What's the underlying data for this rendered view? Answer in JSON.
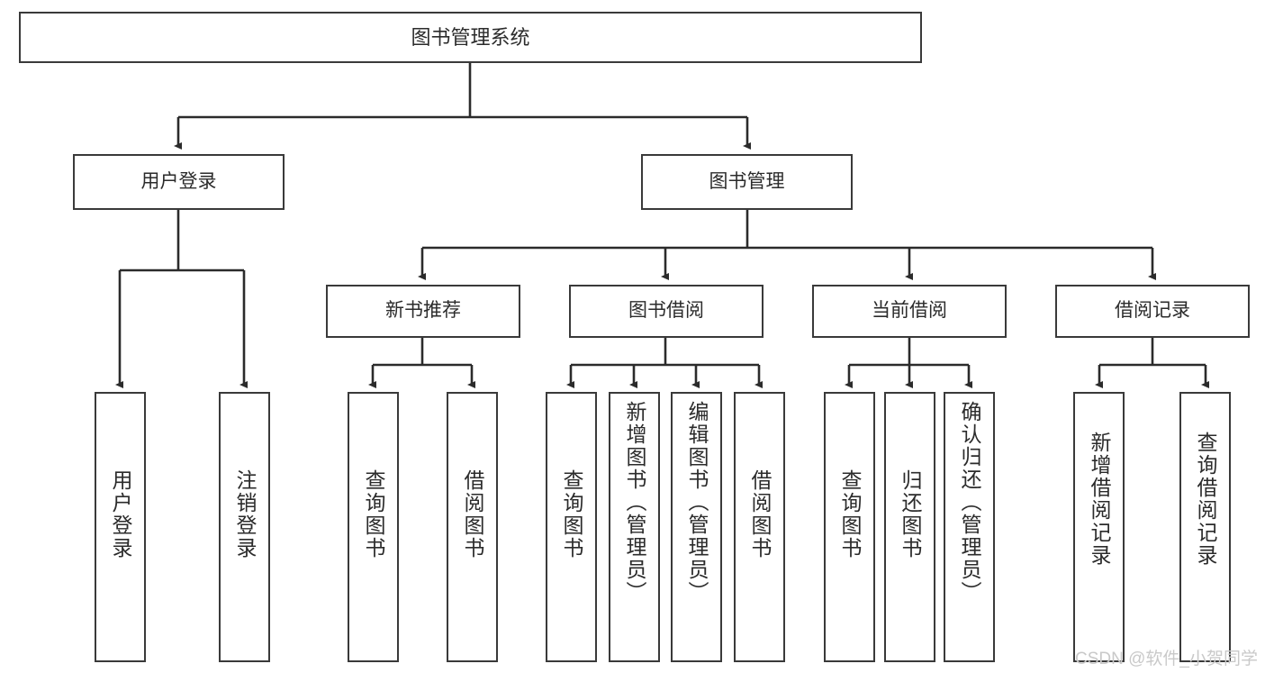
{
  "diagram": {
    "type": "tree-hierarchy",
    "title": "图书管理系统",
    "watermark": "CSDN @软件_小贺同学",
    "colors": {
      "box_border": "#3a3a3a",
      "box_fill": "#ffffff",
      "edge": "#2b2b2b",
      "text": "#2b2b2b",
      "watermark": "#c9c9c9"
    },
    "levels": {
      "root": "图书管理系统",
      "level2": [
        "用户登录",
        "图书管理"
      ],
      "level3": [
        "新书推荐",
        "图书借阅",
        "当前借阅",
        "借阅记录"
      ]
    },
    "nodes": {
      "root": {
        "label": "图书管理系统"
      },
      "user_login": {
        "label": "用户登录"
      },
      "book_manage": {
        "label": "图书管理"
      },
      "new_book_rec": {
        "label": "新书推荐"
      },
      "book_borrow": {
        "label": "图书借阅"
      },
      "current_borrow": {
        "label": "当前借阅"
      },
      "borrow_record": {
        "label": "借阅记录"
      }
    },
    "leaves": {
      "user_login": [
        {
          "label": "用户登录"
        },
        {
          "label": "注销登录"
        }
      ],
      "new_book_rec": [
        {
          "label": "查询图书"
        },
        {
          "label": "借阅图书"
        }
      ],
      "book_borrow": [
        {
          "label": "查询图书"
        },
        {
          "label": "新增图书（管理员）"
        },
        {
          "label": "编辑图书（管理员）"
        },
        {
          "label": "借阅图书"
        }
      ],
      "current_borrow": [
        {
          "label": "查询图书"
        },
        {
          "label": "归还图书"
        },
        {
          "label": "确认归还（管理员）"
        }
      ],
      "borrow_record": [
        {
          "label": "新增借阅记录"
        },
        {
          "label": "查询借阅记录"
        }
      ]
    }
  }
}
